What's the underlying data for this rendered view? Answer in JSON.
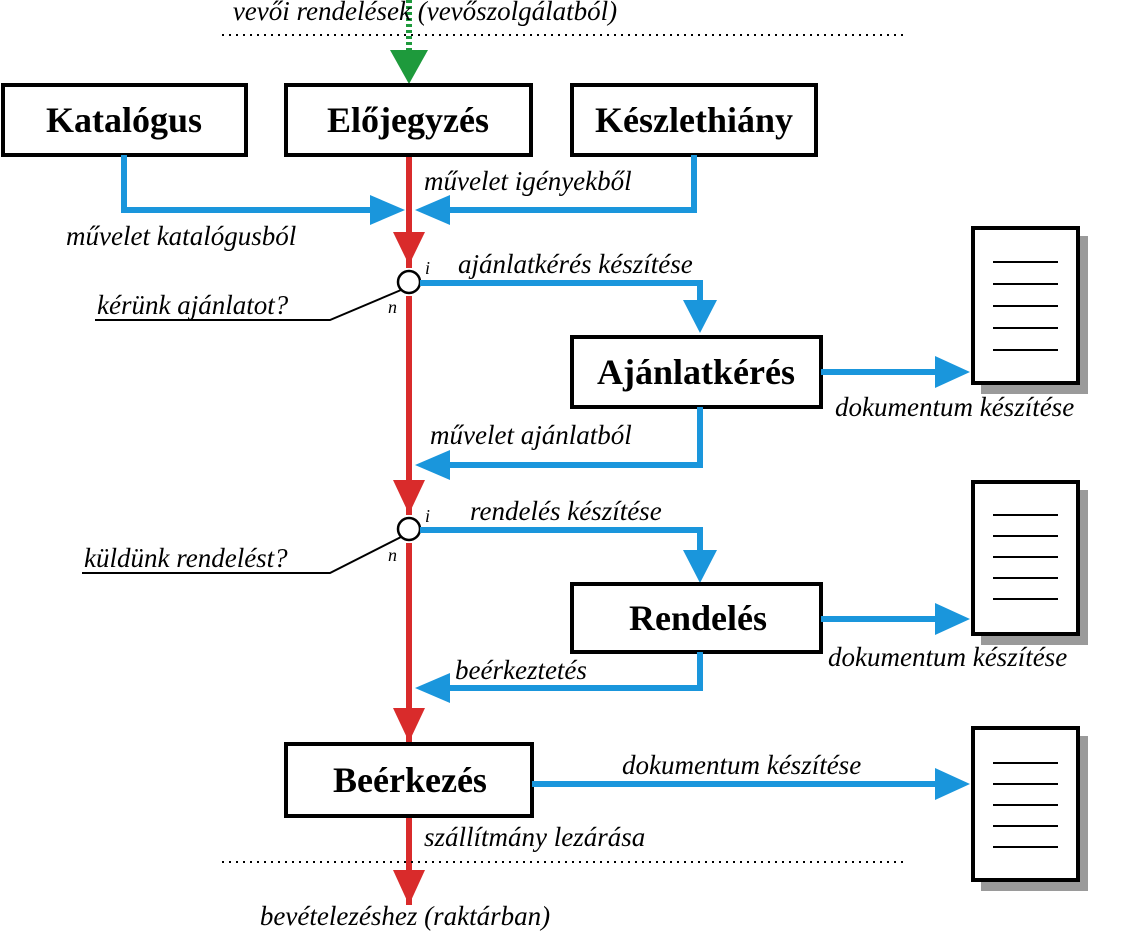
{
  "colors": {
    "main_flow": "#d92b2b",
    "side_flow": "#1a96dc",
    "incoming": "#1e9a3c",
    "box_border": "#000000"
  },
  "top_label": "vevői rendelések (vevőszolgálatból)",
  "bottom_label": "bevételezéshez (raktárban)",
  "boxes": {
    "katalogus": "Katalógus",
    "elojegyzes": "Előjegyzés",
    "keszlethiany": "Készlethiány",
    "ajanlatkeres": "Ajánlatkérés",
    "rendeles": "Rendelés",
    "beerkezes": "Beérkezés"
  },
  "flow_labels": {
    "muvelet_igenyekbol": "művelet igényekből",
    "muvelet_katalogusbol": "művelet katalógusból",
    "ajanlatkeres_keszitese": "ajánlatkérés készítése",
    "muvelet_ajanlatbol": "művelet ajánlatból",
    "rendeles_keszitese": "rendelés készítése",
    "beerkeztetes": "beérkeztetés",
    "szallitmany_lezarasa": "szállítmány lezárása",
    "doc_1": "dokumentum készítése",
    "doc_2": "dokumentum készítése",
    "doc_3": "dokumentum készítése"
  },
  "decisions": [
    {
      "question": "kérünk ajánlatot?",
      "yes": "i",
      "no": "n"
    },
    {
      "question": "küldünk rendelést?",
      "yes": "i",
      "no": "n"
    }
  ],
  "icons": {
    "document": "document-icon",
    "decision": "decision-circle"
  }
}
